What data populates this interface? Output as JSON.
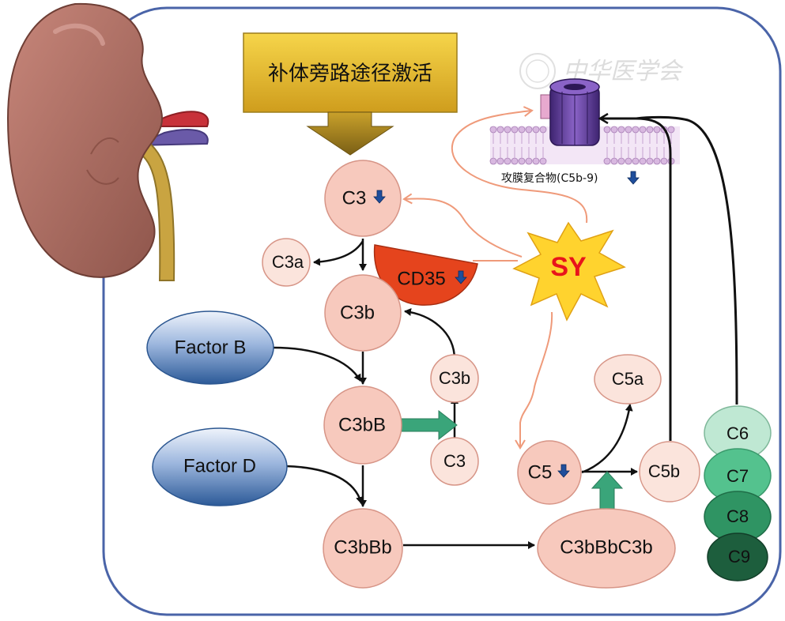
{
  "title": "补体旁路途径激活",
  "watermark": "中华医学会",
  "membrane_attack_complex": "攻膜复合物(C5b-9)",
  "drug": "SY",
  "nodes": {
    "c3": "C3",
    "c3a": "C3a",
    "cd35": "CD35",
    "c3b_main": "C3b",
    "c3b_side": "C3b",
    "c3_side": "C3",
    "factor_b": "Factor B",
    "factor_d": "Factor D",
    "c3bb": "C3bB",
    "c3bbb": "C3bBb",
    "c3bbbc3b": "C3bBbC3b",
    "c5": "C5",
    "c5a": "C5a",
    "c5b": "C5b"
  },
  "terminal_components": [
    "C6",
    "C7",
    "C8",
    "C9"
  ],
  "colors": {
    "frame": "#4a64a8",
    "node_fill": "#f7c9bd",
    "node_stroke": "#d79587",
    "light_node_fill": "#fbe4dc",
    "cd35": "#e5441d",
    "starburst": "#ffd32e",
    "sy": "#e8141b",
    "title_box": "#f2c537",
    "green_arrow": "#3aa57a",
    "orange_line": "#ef9a7a",
    "down_arrow": "#1f4e9c",
    "c6": "#bfe8d3",
    "c7": "#54c28e",
    "c8": "#2f9463",
    "c9": "#1d5e3d",
    "kidney": "#a5685d",
    "membrane": "#d8b8e0",
    "channel": "#5a3a93"
  }
}
